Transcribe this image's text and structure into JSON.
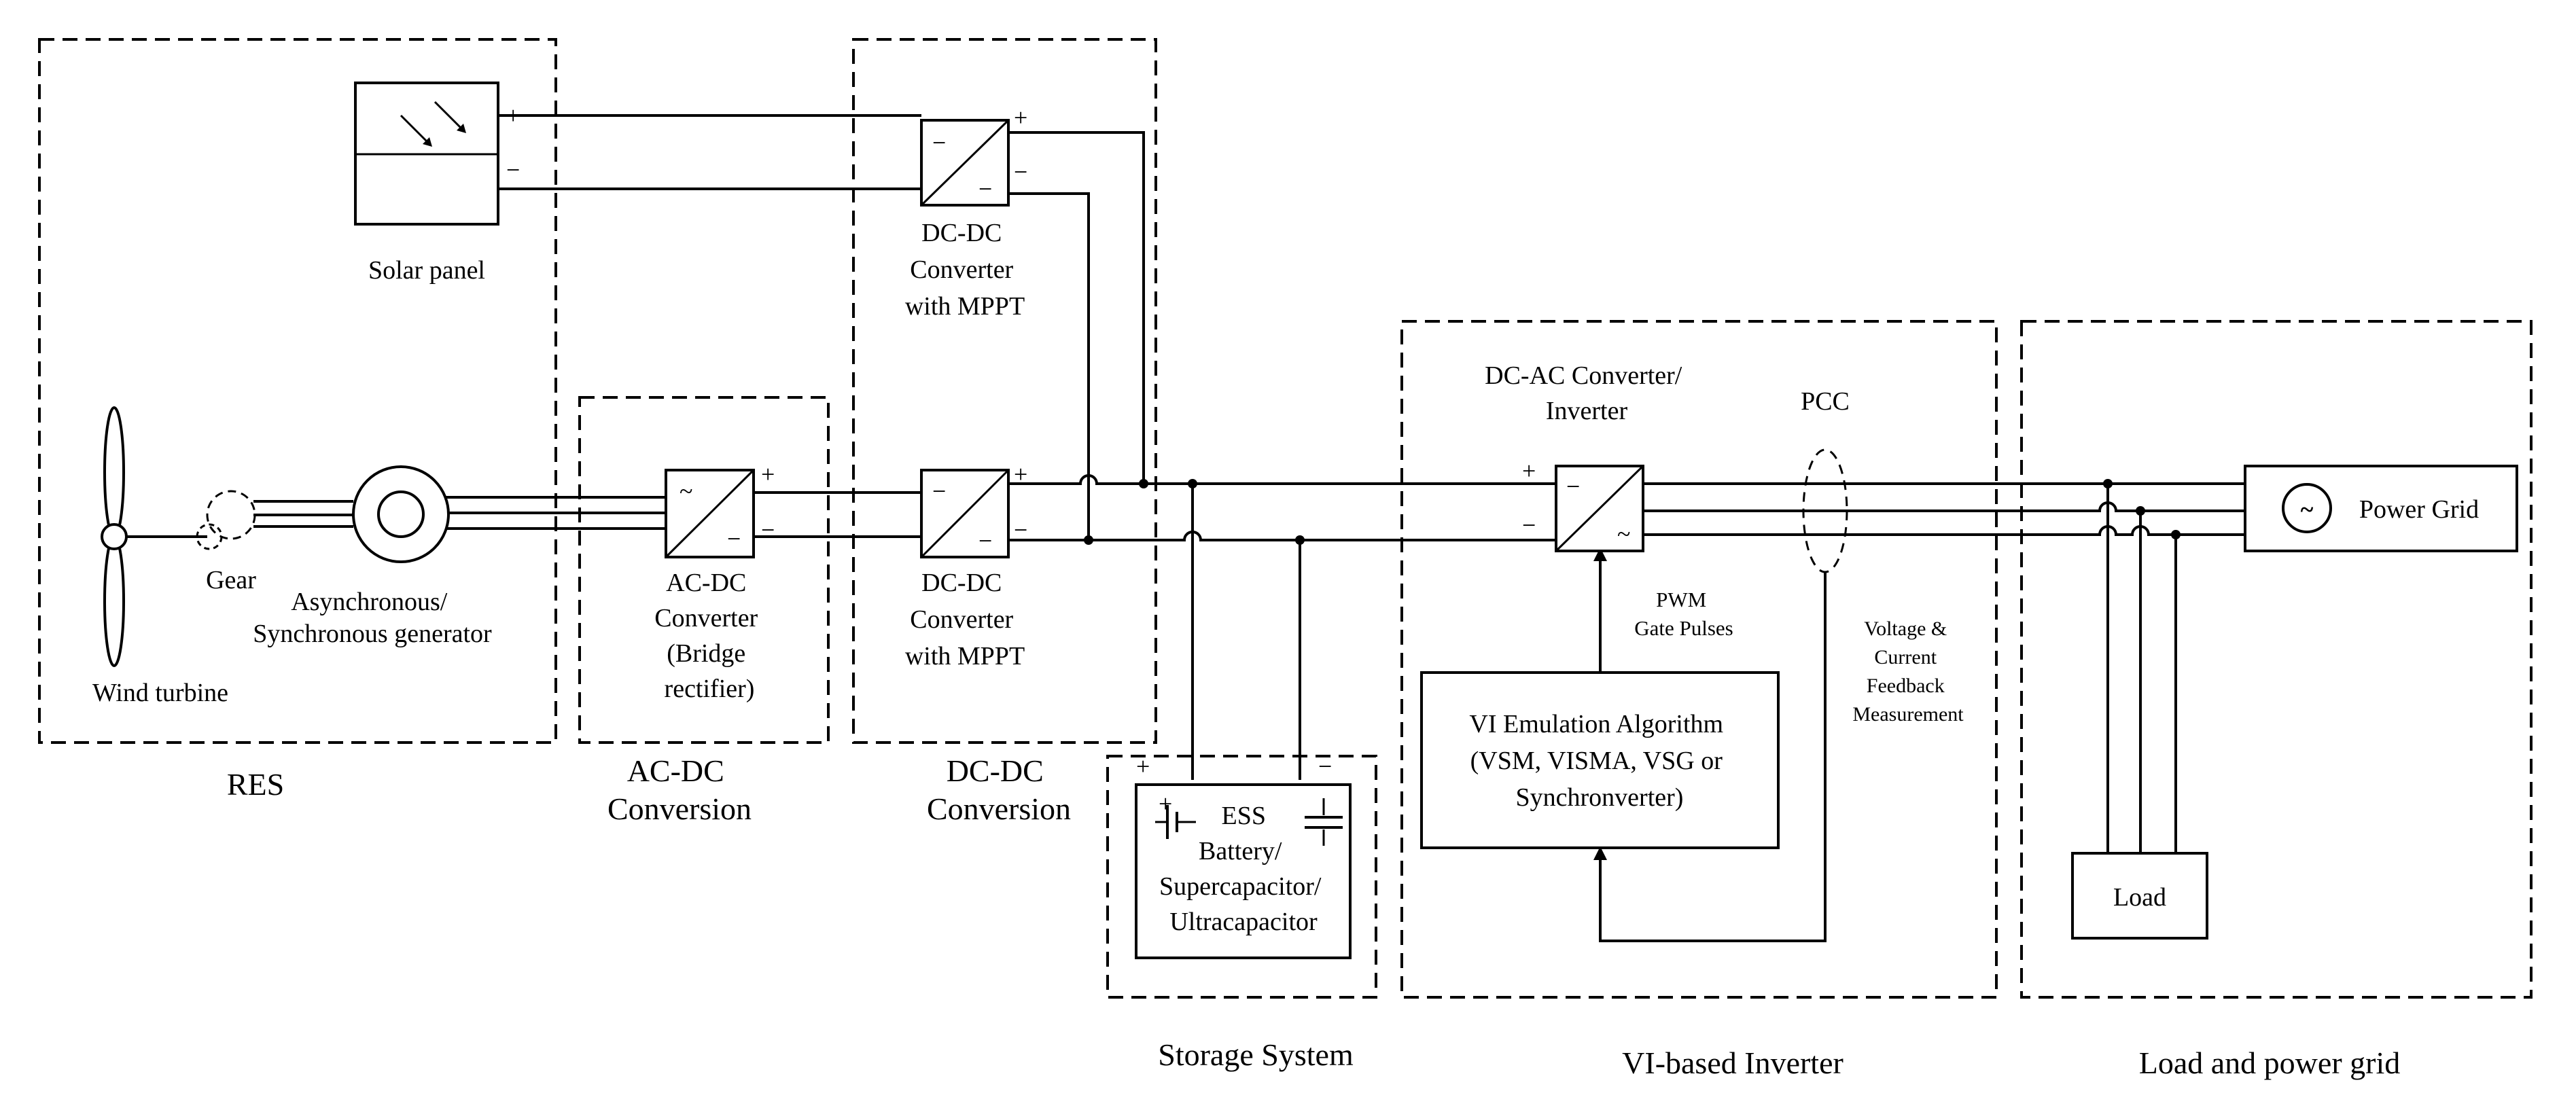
{
  "sections": {
    "res": "RES",
    "acdc": [
      "AC-DC",
      "Conversion"
    ],
    "dcdc": [
      "DC-DC",
      "Conversion"
    ],
    "storage": "Storage System",
    "vi_inverter": "VI-based Inverter",
    "load_grid": "Load and power grid"
  },
  "components": {
    "solar_panel": "Solar panel",
    "gear": "Gear",
    "generator": [
      "Asynchronous/",
      "Synchronous generator"
    ],
    "wind_turbine": "Wind turbine",
    "acdc_converter": [
      "AC-DC",
      "Converter",
      "(Bridge",
      "rectifier)"
    ],
    "dcdc_top": [
      "DC-DC",
      "Converter",
      "with MPPT"
    ],
    "dcdc_bottom": [
      "DC-DC",
      "Converter",
      "with MPPT"
    ],
    "dcac": [
      "DC-AC Converter/",
      "Inverter"
    ],
    "pcc": "PCC",
    "pwm": [
      "PWM",
      "Gate Pulses"
    ],
    "feedback": [
      "Voltage &",
      "Current",
      "Feedback",
      "Measurement"
    ],
    "vi_algo": [
      "VI Emulation Algorithm",
      "(VSM, VISMA, VSG or",
      "Synchronverter)"
    ],
    "ess": [
      "ESS",
      "Battery/",
      "Supercapacitor/",
      "Ultracapacitor"
    ],
    "load": "Load",
    "power_grid": "Power Grid"
  },
  "signs": {
    "plus": "+",
    "minus": "−"
  }
}
